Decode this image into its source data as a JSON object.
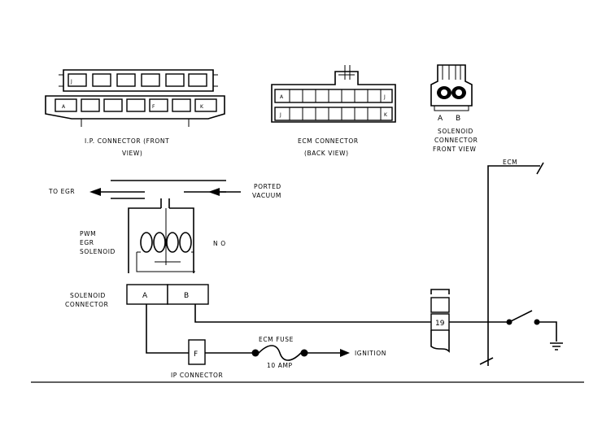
{
  "connectors": {
    "ip_title": "I.P. CONNECTOR (FRONT",
    "ip_title2": "VIEW)",
    "ip_pins": [
      "J",
      "A",
      "F",
      "K"
    ],
    "ecm_title": "ECM CONNECTOR",
    "ecm_title2": "(BACK VIEW)",
    "ecm_pins": [
      "A",
      "J",
      "J",
      "K"
    ],
    "sol_title": "SOLENOID",
    "sol_title2": "CONNECTOR",
    "sol_title3": "FRONT VIEW",
    "sol_pin_a": "A",
    "sol_pin_b": "B"
  },
  "schematic": {
    "to_egr": "TO EGR",
    "ported": "PORTED",
    "vacuum": "VACUUM",
    "pwm": "PWM",
    "egr": "EGR",
    "solenoid": "SOLENOID",
    "no": "N O",
    "sol_conn_1": "SOLENOID",
    "sol_conn_2": "CONNECTOR",
    "pin_a": "A",
    "pin_b": "B",
    "ip_pin_f": "F",
    "ip_connector": "IP CONNECTOR",
    "fuse_label": "ECM FUSE",
    "fuse_amp": "10 AMP",
    "ignition": "IGNITION",
    "ecm_pin": "19",
    "ecm_label": "ECM"
  }
}
